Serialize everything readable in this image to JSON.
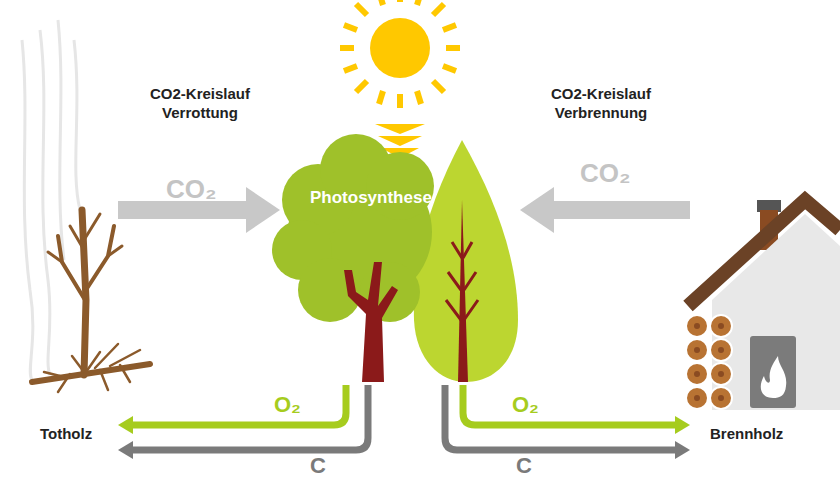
{
  "diagram": {
    "nodes": [
      {
        "text": [
          "Photosynthese"
        ]
      },
      {
        "text": [
          "Totholz"
        ]
      },
      {
        "text": [
          "Brennholz"
        ]
      }
    ],
    "edges": [
      {
        "from": 1,
        "to": 0,
        "arrow": "to",
        "label": "CO₂"
      },
      {
        "from": 2,
        "to": 0,
        "arrow": "to",
        "label": "CO₂"
      },
      {
        "from": 0,
        "to": 1,
        "arrow": "to",
        "label": "O₂"
      },
      {
        "from": 0,
        "to": 1,
        "arrow": "to",
        "label": "C"
      },
      {
        "from": 0,
        "to": 2,
        "arrow": "to",
        "label": "O₂"
      },
      {
        "from": 0,
        "to": 2,
        "arrow": "to",
        "label": "C"
      }
    ],
    "labels": [
      "CO2-Kreislauf Verrottung",
      "CO2-Kreislauf Verbrennung"
    ]
  }
}
